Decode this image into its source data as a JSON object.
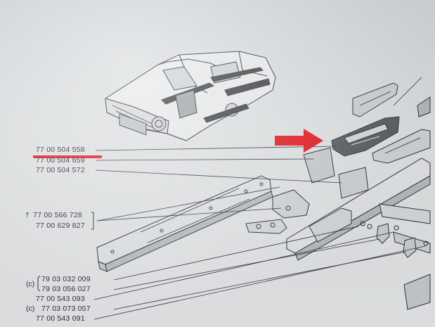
{
  "part_numbers": [
    {
      "prefix": "",
      "number": "77 00 504 558",
      "highlighted": true
    },
    {
      "prefix": "",
      "number": "77 00 504 659",
      "highlighted": false
    },
    {
      "prefix": "",
      "number": "77 00 504 572",
      "highlighted": false
    },
    {
      "prefix": "†",
      "number": "77 00 566 728",
      "highlighted": false
    },
    {
      "prefix": "",
      "number": "77 00 629 827",
      "highlighted": false
    },
    {
      "prefix": "(c)",
      "number": "79 03 032 009",
      "highlighted": false
    },
    {
      "prefix": "",
      "number": "79 03 056 027",
      "highlighted": false
    },
    {
      "prefix": "",
      "number": "77 00 543 093",
      "highlighted": false
    },
    {
      "prefix": "(c)",
      "number": "77 03 073 057",
      "highlighted": false
    },
    {
      "prefix": "",
      "number": "77 00 543 091",
      "highlighted": false
    }
  ],
  "colors": {
    "highlight": "#e3191f",
    "ink": "#2a2d33",
    "paper": "#dfe2e4"
  },
  "icons": {
    "arrow": "red-arrow-icon"
  }
}
